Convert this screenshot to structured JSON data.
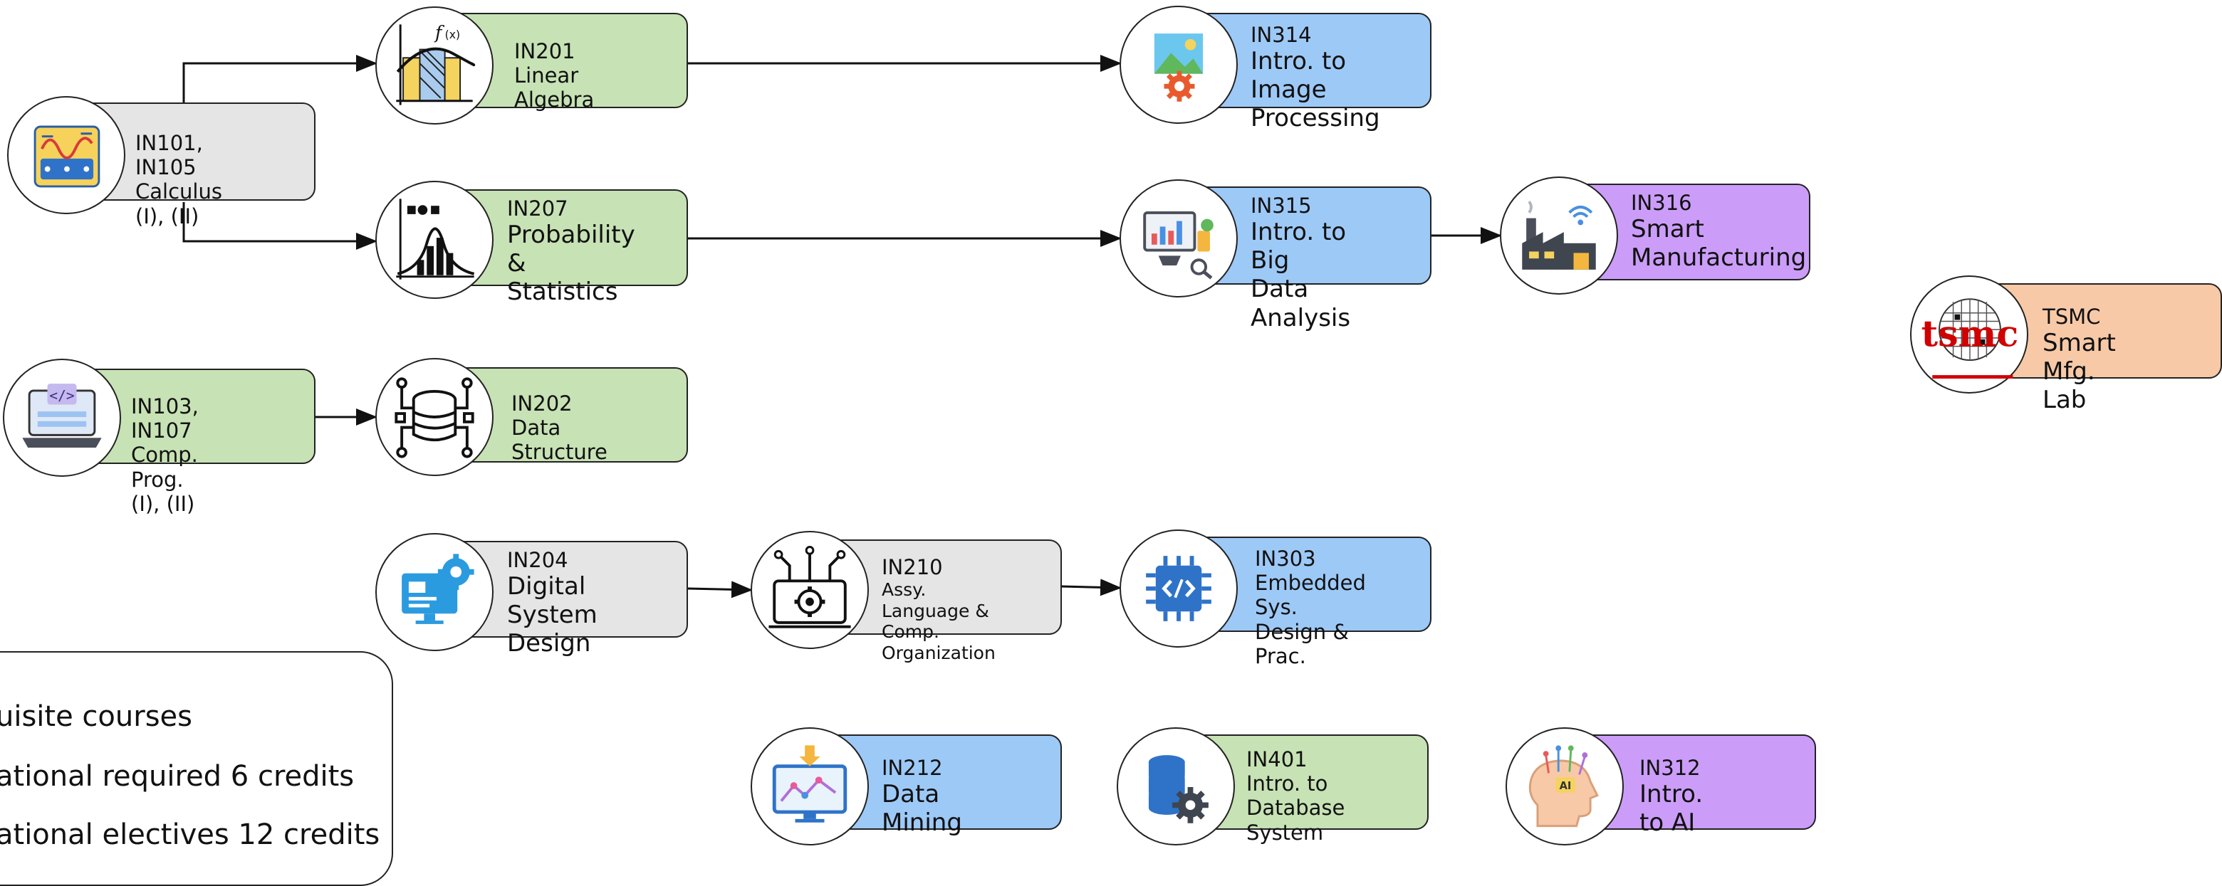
{
  "colors": {
    "green": "#c7e2b4",
    "gray": "#e5e5e5",
    "blue": "#9dc9f7",
    "purple": "#cb9df9",
    "orange": "#f7c9a7",
    "tsmc_red": "#d00000"
  },
  "nodes": {
    "calc": {
      "code": "IN101, IN105",
      "title": "Calculus (I), (II)",
      "icon": "calculus-icon"
    },
    "lin": {
      "code": "IN201",
      "title": "Linear Algebra",
      "icon": "function-graph-icon"
    },
    "prob": {
      "code": "IN207",
      "title": "Probability & Statistics",
      "title_l1": "Probability &",
      "title_l2": "Statistics",
      "icon": "bell-curve-icon"
    },
    "prog": {
      "code": "IN103, IN107",
      "title": "Comp. Prog. (I), (II)",
      "icon": "laptop-code-icon"
    },
    "ds": {
      "code": "IN202",
      "title": "Data Structure",
      "icon": "database-network-icon"
    },
    "dsd": {
      "code": "IN204",
      "title": "Digital System Design",
      "title_l1": "Digital System",
      "title_l2": "Design",
      "icon": "monitor-gear-icon"
    },
    "asm": {
      "code": "IN210",
      "title": "Assy. Language & Comp. Organization",
      "title_l1": "Assy. Language &",
      "title_l2": "Comp. Organization",
      "icon": "circuit-gear-icon"
    },
    "img": {
      "code": "IN314",
      "title": "Intro. to Image Processing",
      "title_l1": "Intro. to Image",
      "title_l2": "Processing",
      "icon": "image-gear-icon"
    },
    "bigdata": {
      "code": "IN315",
      "title": "Intro. to Big Data Analysis",
      "title_l1": "Intro. to Big",
      "title_l2": "Data Analysis",
      "icon": "analytics-dashboard-icon"
    },
    "smart": {
      "code": "IN316",
      "title": "Smart Manufacturing",
      "title_l1": "Smart",
      "title_l2": "Manufacturing",
      "icon": "smart-factory-icon"
    },
    "emb": {
      "code": "IN303",
      "title": "Embedded Sys. Design & Prac.",
      "title_l1": "Embedded Sys.",
      "title_l2": "Design & Prac.",
      "icon": "chip-code-icon"
    },
    "dm": {
      "code": "IN212",
      "title": "Data Mining",
      "icon": "data-mining-icon"
    },
    "db": {
      "code": "IN401",
      "title": "Intro. to Database System",
      "title_l1": "Intro. to Database",
      "title_l2": "System",
      "icon": "database-gear-icon"
    },
    "ai": {
      "code": "IN312",
      "title": "Intro. to AI",
      "icon": "ai-head-icon"
    },
    "tsmc": {
      "code": "TSMC",
      "title": "Smart Mfg. Lab",
      "logo": "tsmc",
      "icon": "tsmc-logo-icon"
    }
  },
  "legend": {
    "line1": "uisite courses",
    "line2": "ational required 6 credits",
    "line3": "ational electives 12 credits"
  },
  "edges": [
    {
      "from": "calc",
      "to": "lin"
    },
    {
      "from": "calc",
      "to": "prob"
    },
    {
      "from": "lin",
      "to": "img"
    },
    {
      "from": "prob",
      "to": "bigdata"
    },
    {
      "from": "bigdata",
      "to": "smart"
    },
    {
      "from": "prog",
      "to": "ds"
    },
    {
      "from": "dsd",
      "to": "asm"
    },
    {
      "from": "asm",
      "to": "emb"
    }
  ]
}
